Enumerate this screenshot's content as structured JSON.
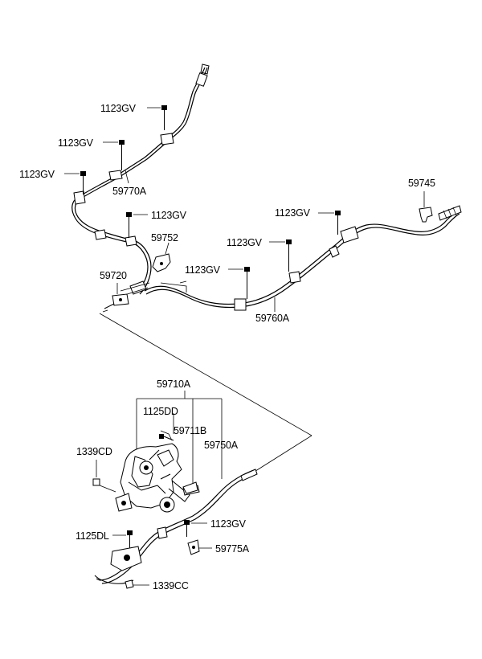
{
  "labels": {
    "bolt_1": "1123GV",
    "bolt_2": "1123GV",
    "bolt_3": "1123GV",
    "cable_59770A": "59770A",
    "bolt_4": "1123GV",
    "clip_59745": "59745",
    "bolt_5": "1123GV",
    "bracket_59752": "59752",
    "bolt_6": "1123GV",
    "bolt_7": "1123GV",
    "clip_59720": "59720",
    "cable_59760A": "59760A",
    "lever_59710A": "59710A",
    "bolt_1125DD": "1125DD",
    "part_59711B": "59711B",
    "part_1339CD": "1339CD",
    "cable_59750A": "59750A",
    "bolt_1125DL": "1125DL",
    "bolt_8": "1123GV",
    "part_59775A": "59775A",
    "part_1339CC": "1339CC"
  }
}
